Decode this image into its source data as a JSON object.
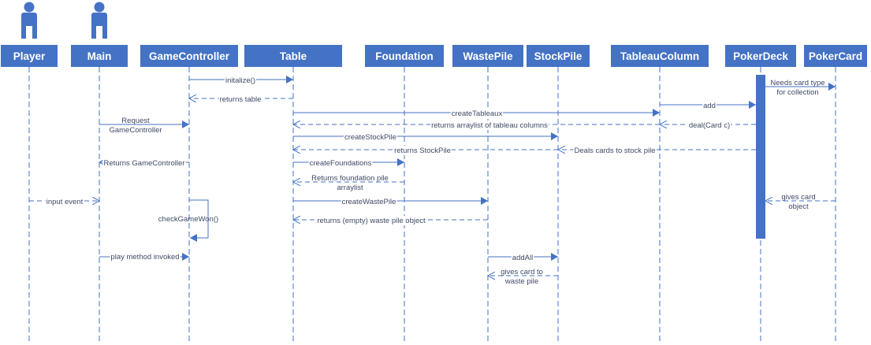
{
  "colors": {
    "header_fill": "#4472c4",
    "line": "#4472c4",
    "text": "#3f4a66",
    "background": "#ffffff"
  },
  "participants": [
    {
      "id": "player",
      "label": "Player",
      "actor": true
    },
    {
      "id": "main",
      "label": "Main",
      "actor": true
    },
    {
      "id": "gamecontroller",
      "label": "GameController",
      "actor": false
    },
    {
      "id": "table",
      "label": "Table",
      "actor": false
    },
    {
      "id": "foundation",
      "label": "Foundation",
      "actor": false
    },
    {
      "id": "wastepile",
      "label": "WastePile",
      "actor": false
    },
    {
      "id": "stockpile",
      "label": "StockPile",
      "actor": false
    },
    {
      "id": "tableaucolumn",
      "label": "TableauColumn",
      "actor": false
    },
    {
      "id": "pokerdeck",
      "label": "PokerDeck",
      "actor": false
    },
    {
      "id": "pokercard",
      "label": "PokerCard",
      "actor": false
    }
  ],
  "messages": [
    {
      "id": "m1",
      "from": "gamecontroller",
      "to": "table",
      "label": [
        "initalize()"
      ],
      "kind": "call"
    },
    {
      "id": "m2",
      "from": "table",
      "to": "gamecontroller",
      "label": [
        "returns table"
      ],
      "kind": "return"
    },
    {
      "id": "m3",
      "from": "table",
      "to": "tableaucolumn",
      "label": [
        "createTableaux"
      ],
      "kind": "call"
    },
    {
      "id": "m4",
      "from": "tableaucolumn",
      "to": "pokerdeck",
      "label": [
        "add"
      ],
      "kind": "call"
    },
    {
      "id": "m5",
      "from": "pokerdeck",
      "to": "pokercard",
      "label": [
        "Needs card type",
        "for collection"
      ],
      "kind": "call"
    },
    {
      "id": "m6",
      "from": "main",
      "to": "gamecontroller",
      "label": [
        "Request",
        "GameController"
      ],
      "kind": "call"
    },
    {
      "id": "m7",
      "from": "tableaucolumn",
      "to": "table",
      "label": [
        "returns arraylist of tableau columns"
      ],
      "kind": "return"
    },
    {
      "id": "m8",
      "from": "pokerdeck",
      "to": "tableaucolumn",
      "label": [
        "deal(Card c)"
      ],
      "kind": "return"
    },
    {
      "id": "m9",
      "from": "table",
      "to": "stockpile",
      "label": [
        "createStockPile"
      ],
      "kind": "call"
    },
    {
      "id": "m10",
      "from": "stockpile",
      "to": "table",
      "label": [
        "returns StockPile"
      ],
      "kind": "return"
    },
    {
      "id": "m11",
      "from": "pokerdeck",
      "to": "stockpile",
      "label": [
        "Deals cards to stock pile"
      ],
      "kind": "return"
    },
    {
      "id": "m12",
      "from": "gamecontroller",
      "to": "main",
      "label": [
        "Returns GameController"
      ],
      "kind": "return"
    },
    {
      "id": "m13",
      "from": "table",
      "to": "foundation",
      "label": [
        "createFoundations"
      ],
      "kind": "call"
    },
    {
      "id": "m14",
      "from": "foundation",
      "to": "table",
      "label": [
        "Returns foundation pile",
        "arraylist"
      ],
      "kind": "return"
    },
    {
      "id": "m15",
      "from": "player",
      "to": "main",
      "label": [
        "input event"
      ],
      "kind": "return"
    },
    {
      "id": "m16",
      "from": "table",
      "to": "wastepile",
      "label": [
        "createWastePile"
      ],
      "kind": "call"
    },
    {
      "id": "m17",
      "from": "pokercard",
      "to": "pokerdeck",
      "label": [
        "gives card",
        "object"
      ],
      "kind": "return"
    },
    {
      "id": "m18",
      "from": "gamecontroller",
      "to": "gamecontroller",
      "label": [
        "checkGameWon()"
      ],
      "kind": "self"
    },
    {
      "id": "m19",
      "from": "wastepile",
      "to": "table",
      "label": [
        "returns (empty) waste pile object"
      ],
      "kind": "return"
    },
    {
      "id": "m20",
      "from": "main",
      "to": "gamecontroller",
      "label": [
        "play method invoked"
      ],
      "kind": "call"
    },
    {
      "id": "m21",
      "from": "wastepile",
      "to": "stockpile",
      "label": [
        "addAll"
      ],
      "kind": "call"
    },
    {
      "id": "m22",
      "from": "stockpile",
      "to": "wastepile",
      "label": [
        "gives card to",
        "waste pile"
      ],
      "kind": "return"
    }
  ]
}
